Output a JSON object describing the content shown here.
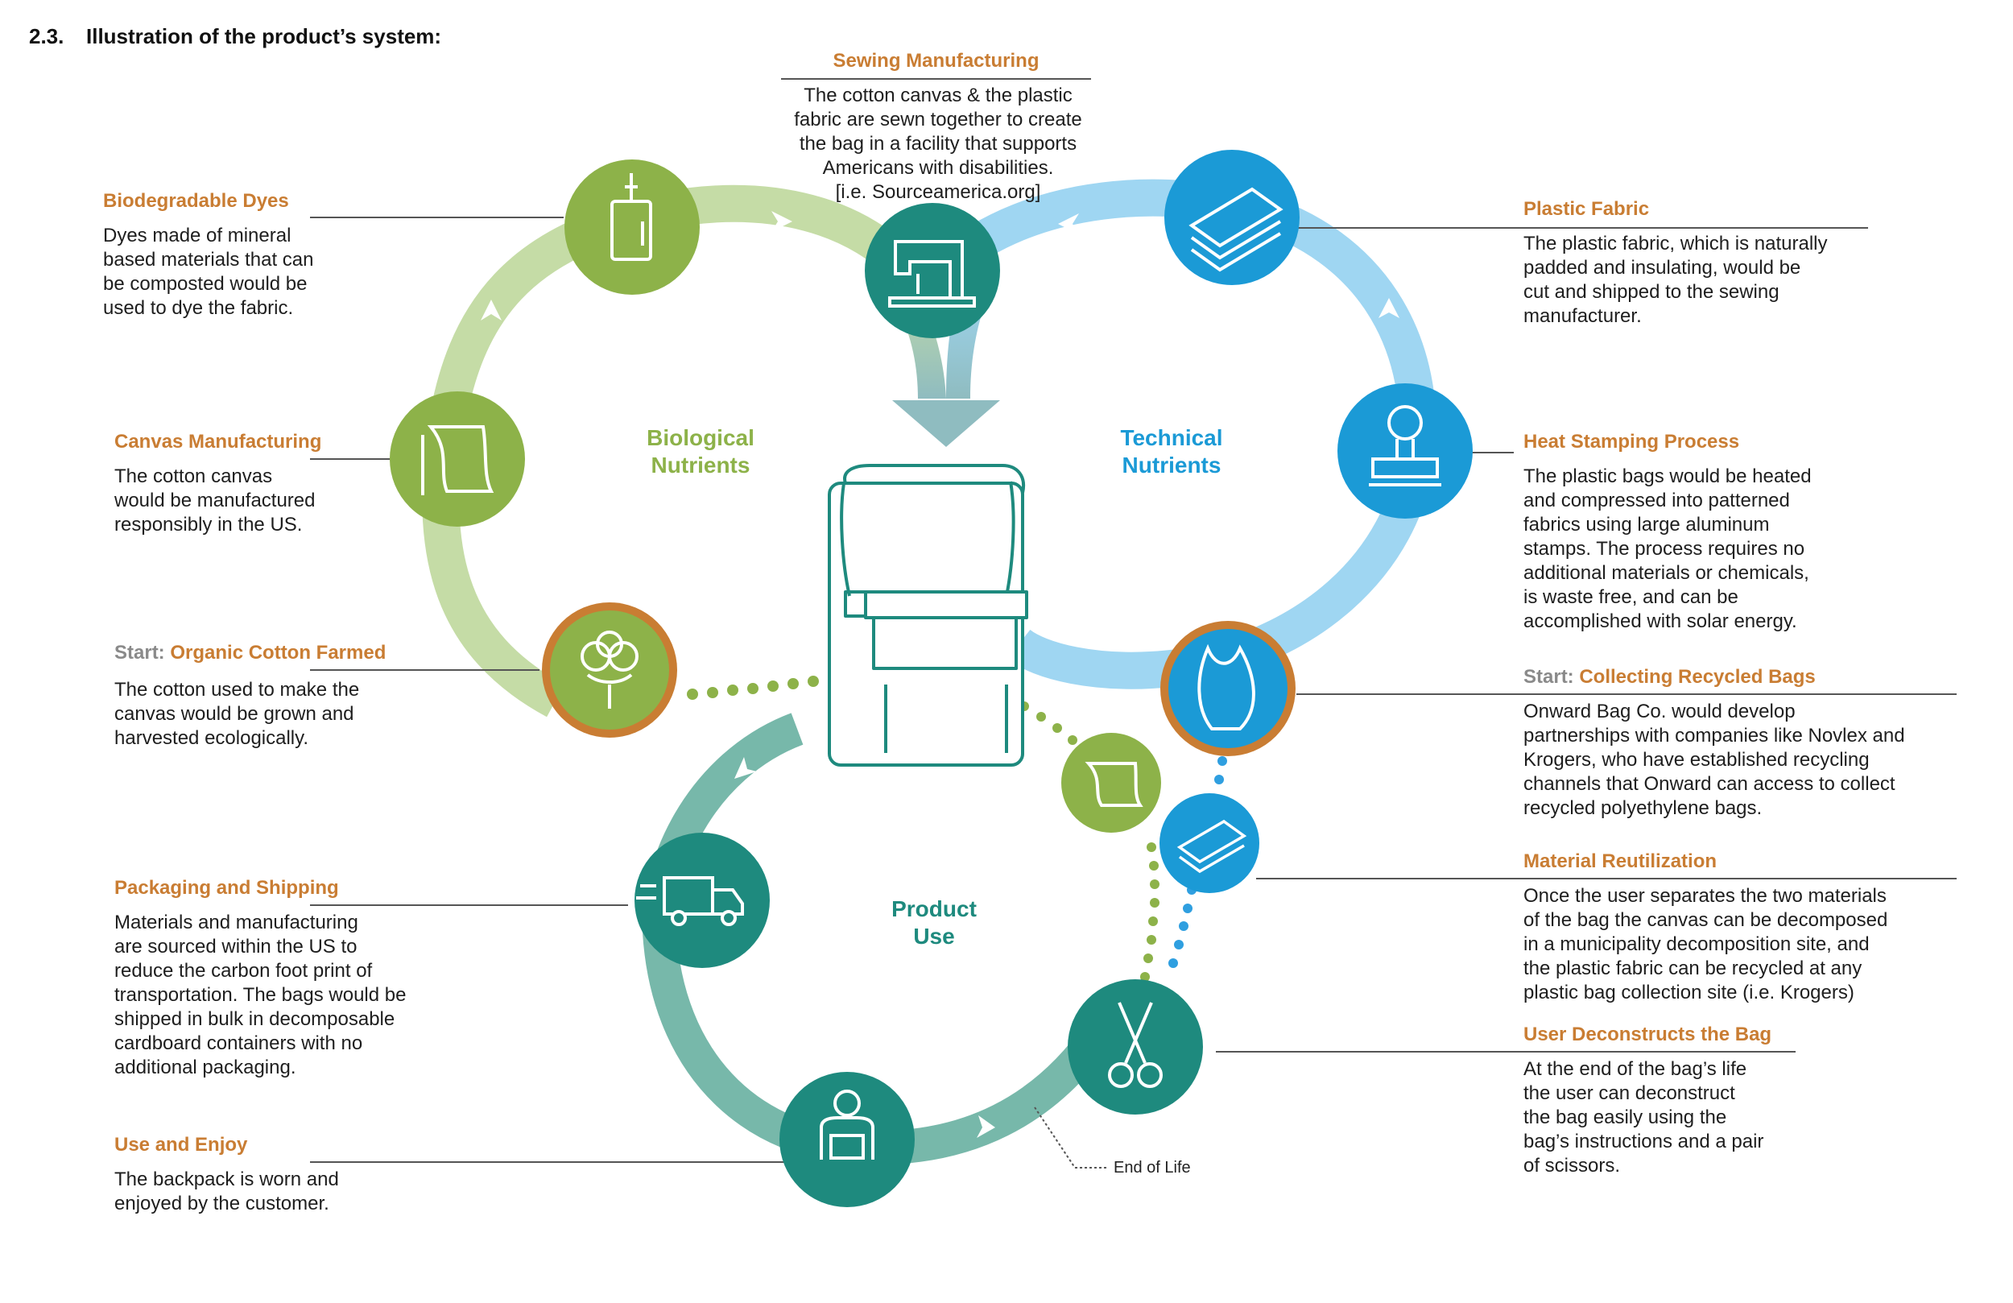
{
  "header": {
    "number": "2.3.",
    "title": "Illustration of the product’s system:"
  },
  "colors": {
    "bio_light": "#c5dca6",
    "bio_icon": "#8db249",
    "tech_light": "#9fd6f2",
    "tech_icon": "#1b9ad6",
    "use_light": "#77b8aa",
    "use_icon": "#1e8a7e",
    "accent_orange": "#c97d33",
    "dots_green": "#8db249",
    "dots_blue": "#2f9fe0"
  },
  "cycles": {
    "biological": "Biological\nNutrients",
    "technical": "Technical\nNutrients",
    "product_use": "Product\nUse"
  },
  "steps": {
    "sewing": {
      "title": "Sewing Manufacturing",
      "text": "The cotton canvas & the plastic\nfabric are sewn together to create\nthe bag in a facility that supports\nAmericans with disabilities.\n[i.e. Sourceamerica.org]",
      "icon": "sewing-machine-icon"
    },
    "dyes": {
      "title": "Biodegradable Dyes",
      "text": "Dyes made of mineral\nbased materials that can\nbe composted would be\nused to dye the fabric.",
      "icon": "dye-bottle-icon"
    },
    "canvas": {
      "title": "Canvas Manufacturing",
      "text": "The cotton canvas\nwould be manufactured\nresponsibly in the US.",
      "icon": "canvas-roll-icon"
    },
    "cotton": {
      "start": "Start:",
      "title": "Organic Cotton Farmed",
      "text": "The  cotton used to make the\ncanvas would be grown and\nharvested ecologically.",
      "icon": "cotton-boll-icon"
    },
    "plastic_fabric": {
      "title": "Plastic Fabric",
      "text": "The plastic fabric, which is naturally\npadded and insulating, would be\ncut and shipped to the sewing\nmanufacturer.",
      "icon": "fabric-stack-icon"
    },
    "heat_stamping": {
      "title": "Heat Stamping Process",
      "text": "The plastic bags would be heated\nand compressed into patterned\nfabrics using large aluminum\nstamps. The process requires no\nadditional materials or chemicals,\nis waste free, and can be\naccomplished with solar energy.",
      "icon": "stamp-icon"
    },
    "recycled_bags": {
      "start": "Start:",
      "title": "Collecting Recycled Bags",
      "text": "Onward Bag Co. would develop\npartnerships with companies like Novlex and\nKrogers, who have established recycling\nchannels that Onward can access to collect\nrecycled polyethylene bags.",
      "icon": "plastic-bag-icon"
    },
    "material_reutilization": {
      "title": "Material Reutilization",
      "text": "Once the user separates the two materials\nof the bag the canvas can be decomposed\nin a municipality decomposition site, and\nthe plastic fabric can be  recycled at any\nplastic bag collection site (i.e. Krogers)",
      "icon": "fabric-stack-icon"
    },
    "deconstruct": {
      "title": "User Deconstructs the Bag",
      "text": "At the end of the bag’s life\nthe user can deconstruct\nthe bag easily using the\nbag’s instructions and a pair\nof scissors.",
      "icon": "scissors-icon"
    },
    "packaging": {
      "title": "Packaging and Shipping",
      "text": "Materials and manufacturing\nare sourced within the US to\nreduce the carbon foot print of\ntransportation. The bags would be\nshipped in bulk in decomposable\ncardboard containers with no\nadditional packaging.",
      "icon": "delivery-truck-icon"
    },
    "use_enjoy": {
      "title": "Use and Enjoy",
      "text": "The backpack is worn and\nenjoyed by the customer.",
      "icon": "backpack-wearer-icon"
    }
  },
  "end_of_life": "End of Life"
}
